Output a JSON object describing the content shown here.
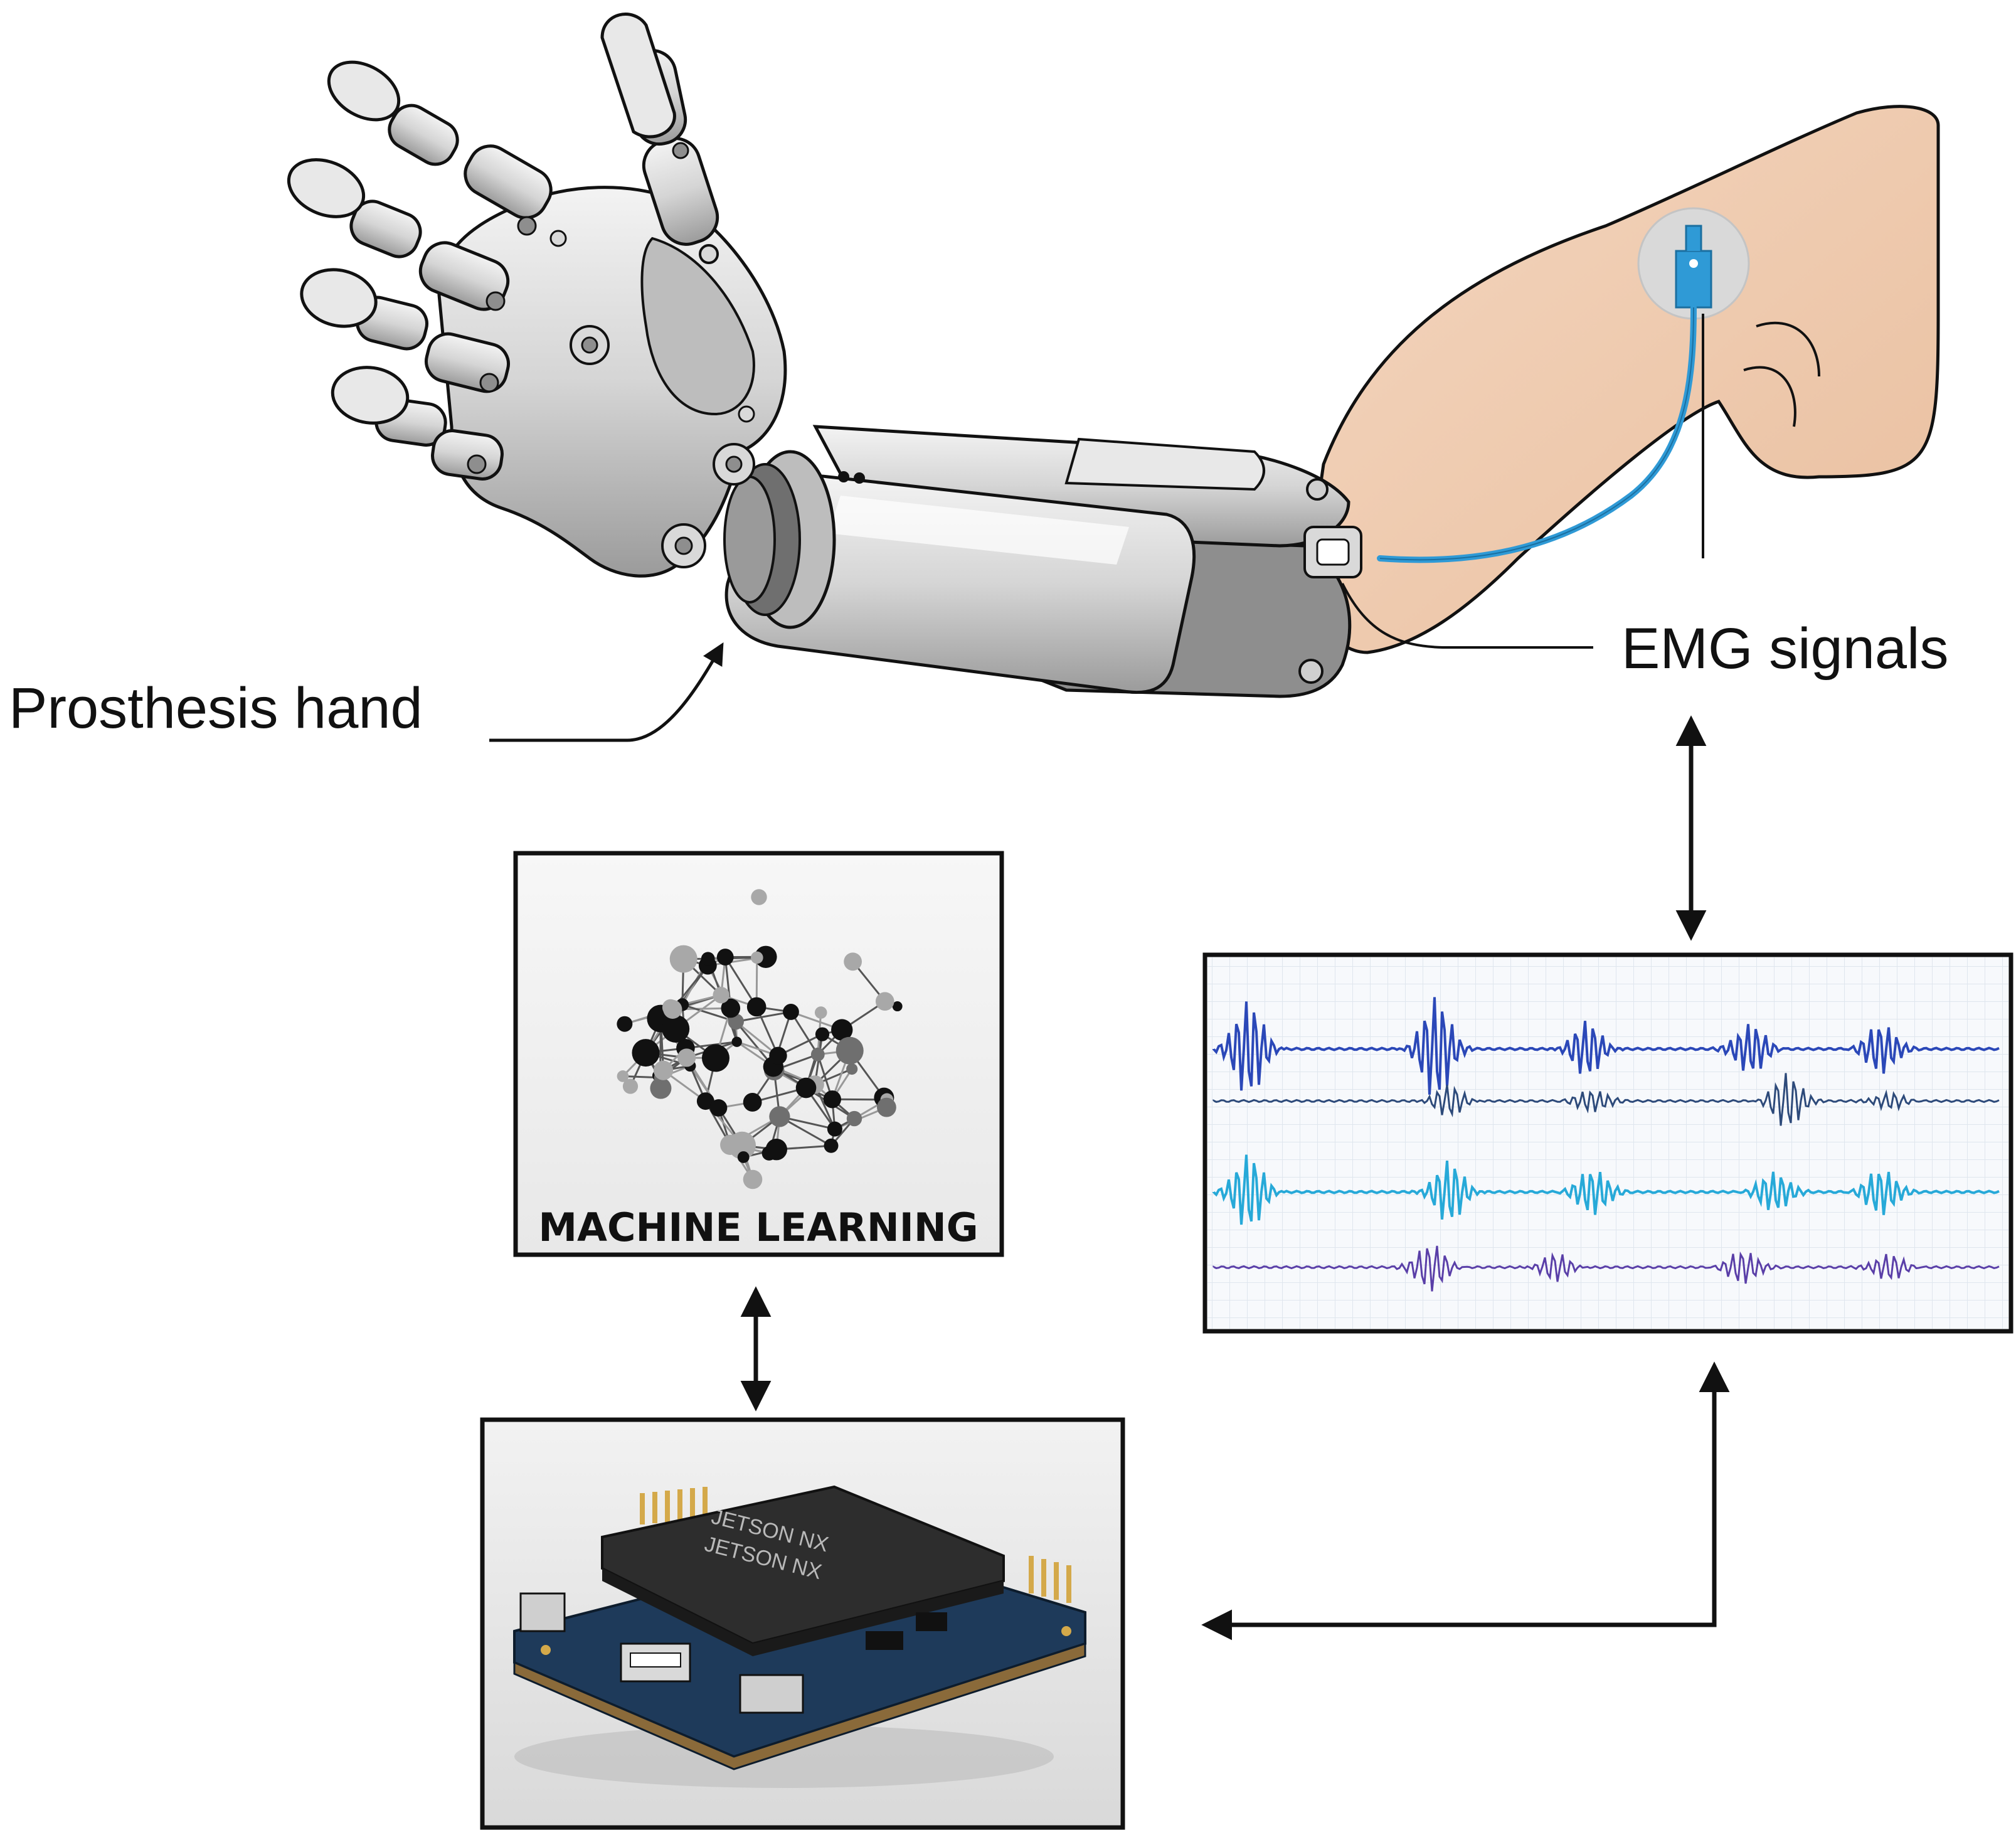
{
  "labels": {
    "prosthesis": "Prosthesis hand",
    "emg": "EMG signals",
    "ml_caption": "MACHINE LEARNING",
    "board_chip_line1": "JETSON NX",
    "board_chip_line2": "JETSON NX"
  },
  "colors": {
    "ink": "#111111",
    "skin": "#f1cdb2",
    "metal_light": "#e6e6e6",
    "metal_mid": "#bdbdbd",
    "metal_dark": "#6f6f6f",
    "electrode": "#2f9ad6",
    "ecg_grid": "#dfe6ee",
    "trace_1": "#2b48b8",
    "trace_2": "#2d4a7a",
    "trace_3": "#27a9d8",
    "trace_4": "#5a3fa8",
    "board_pcb": "#1e3a5a",
    "board_chip": "#2d2d2d"
  },
  "icons": {
    "hand": "robotic-prosthesis-hand-icon",
    "electrode": "emg-electrode-icon",
    "network": "neural-network-icon",
    "board": "jetson-board-icon"
  }
}
